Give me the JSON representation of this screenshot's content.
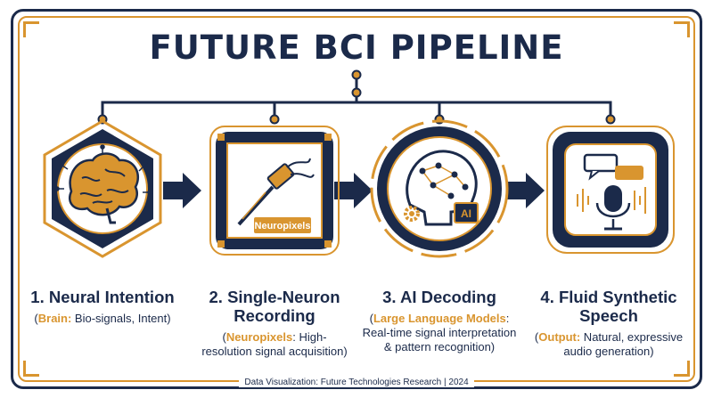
{
  "title": "FUTURE BCI PIPELINE",
  "steps": [
    {
      "title": "1. Neural Intention",
      "desc_prefix": "(",
      "highlight": "Brain:",
      "desc_rest": " Bio-signals, Intent)",
      "icon": "brain-icon"
    },
    {
      "title": "2. Single-Neuron Recording",
      "desc_prefix": "(",
      "highlight": "Neuropixels",
      "desc_rest": ": High-resolution signal acquisition)",
      "icon": "probe-icon",
      "chip_label": "Neuropixels"
    },
    {
      "title": "3. AI Decoding",
      "desc_prefix": "(",
      "highlight": "Large Language Models",
      "desc_rest": ": Real-time signal interpretation & pattern recognition)",
      "icon": "ai-head-icon",
      "chip_label": "AI"
    },
    {
      "title": "4. Fluid Synthetic Speech",
      "desc_prefix": "(",
      "highlight": "Output:",
      "desc_rest": " Natural, expressive audio generation)",
      "icon": "microphone-icon"
    }
  ],
  "footer": "Data Visualization: Future Technologies Research | 2024",
  "colors": {
    "navy": "#1b2a4a",
    "gold": "#d9952f",
    "white": "#ffffff"
  }
}
